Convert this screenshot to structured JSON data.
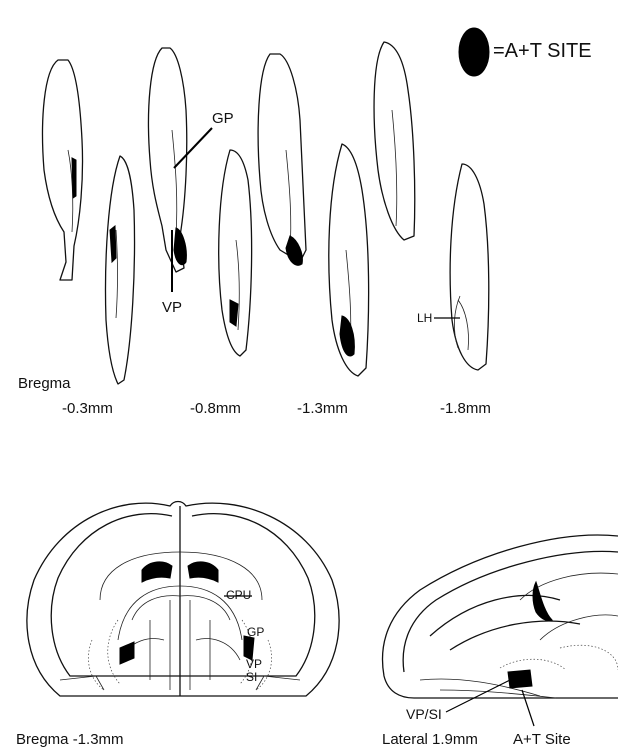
{
  "legend": {
    "label": "=A+T SITE",
    "symbol": "filled-ellipse"
  },
  "top_panel": {
    "bregma_label": "Bregma",
    "levels": [
      "-0.3mm",
      "-0.8mm",
      "-1.3mm",
      "-1.8mm"
    ],
    "region_labels": {
      "gp": "GP",
      "vp": "VP",
      "lh": "LH"
    }
  },
  "bottom_left": {
    "caption": "Bregma -1.3mm",
    "region_labels": {
      "cpu": "CPU",
      "gp": "GP",
      "vp": "VP",
      "si": "SI"
    }
  },
  "bottom_right": {
    "caption_lateral": "Lateral 1.9mm",
    "caption_site": "A+T Site",
    "region_labels": {
      "vpsi": "VP/SI"
    }
  },
  "colors": {
    "ink": "#000000",
    "background": "#ffffff"
  }
}
